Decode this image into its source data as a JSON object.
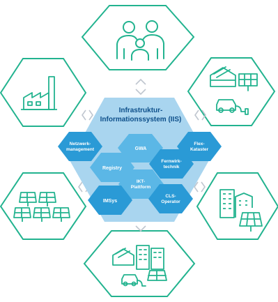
{
  "colors": {
    "green": "#22b38f",
    "blue_light": "#a9d5ef",
    "blue_mid": "#5bb7e6",
    "blue_dark": "#2a9ad6",
    "connector": "#bfc6cf",
    "text_dark": "#0d4f8a"
  },
  "center": {
    "title_line1": "Infrastruktur-",
    "title_line2": "Informationssystem (IIS)"
  },
  "cells": {
    "netzwerkmanagement_l1": "Netzwerk-",
    "netzwerkmanagement_l2": "management",
    "gwa": "GWA",
    "flex_kataster_l1": "Flex-",
    "flex_kataster_l2": "Kataster",
    "registry": "Registry",
    "fernwirktechnik_l1": "Fernwirk-",
    "fernwirktechnik_l2": "technik",
    "ikt_plattform_l1": "IKT-",
    "ikt_plattform_l2": "Plattform",
    "imsys": "IMSys",
    "cls_operator_l1": "CLS-",
    "cls_operator_l2": "Operator"
  },
  "outer_icons": {
    "top": "family-icon",
    "top_right": "solar-house-ev-icon",
    "right": "buildings-solar-icon",
    "bottom": "city-ev-icon",
    "left": "solar-farm-icon",
    "top_left": "factory-icon"
  }
}
